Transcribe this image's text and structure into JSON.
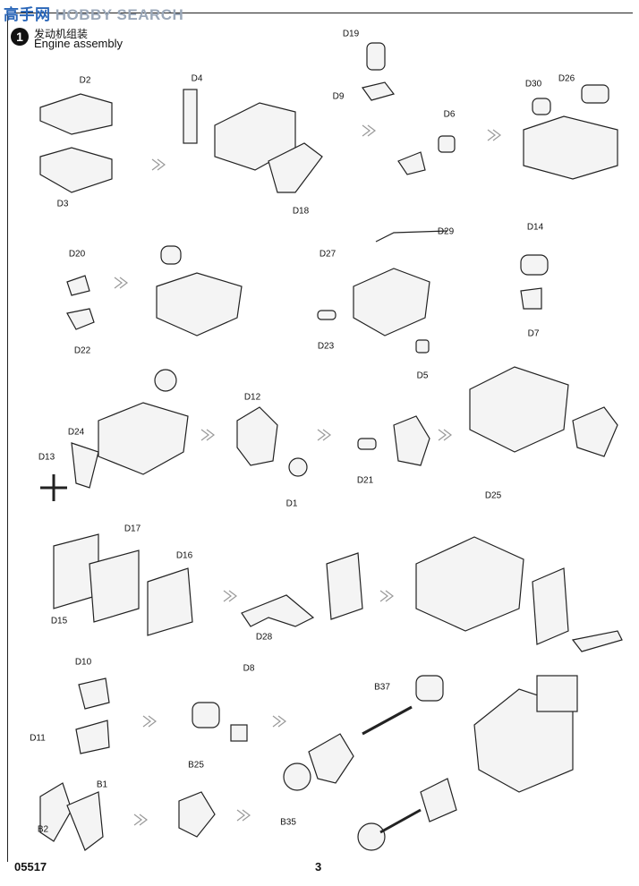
{
  "watermark": {
    "cn": "高手网",
    "en": "HOBBY SEARCH"
  },
  "step": {
    "number": "1",
    "title_cn": "发动机组装",
    "title_en": "Engine assembly"
  },
  "part_labels": [
    "D2",
    "D3",
    "D4",
    "D18",
    "D19",
    "D9",
    "D6",
    "D30",
    "D26",
    "D20",
    "D22",
    "D27",
    "D29",
    "D23",
    "D5",
    "D14",
    "D7",
    "D12",
    "D1",
    "D21",
    "D24",
    "D13",
    "D17",
    "D16",
    "D15",
    "D28",
    "D25",
    "D10",
    "D8",
    "D11",
    "B37",
    "B25",
    "B1",
    "B2",
    "B35"
  ],
  "footer": {
    "code": "05517",
    "page": "3"
  }
}
